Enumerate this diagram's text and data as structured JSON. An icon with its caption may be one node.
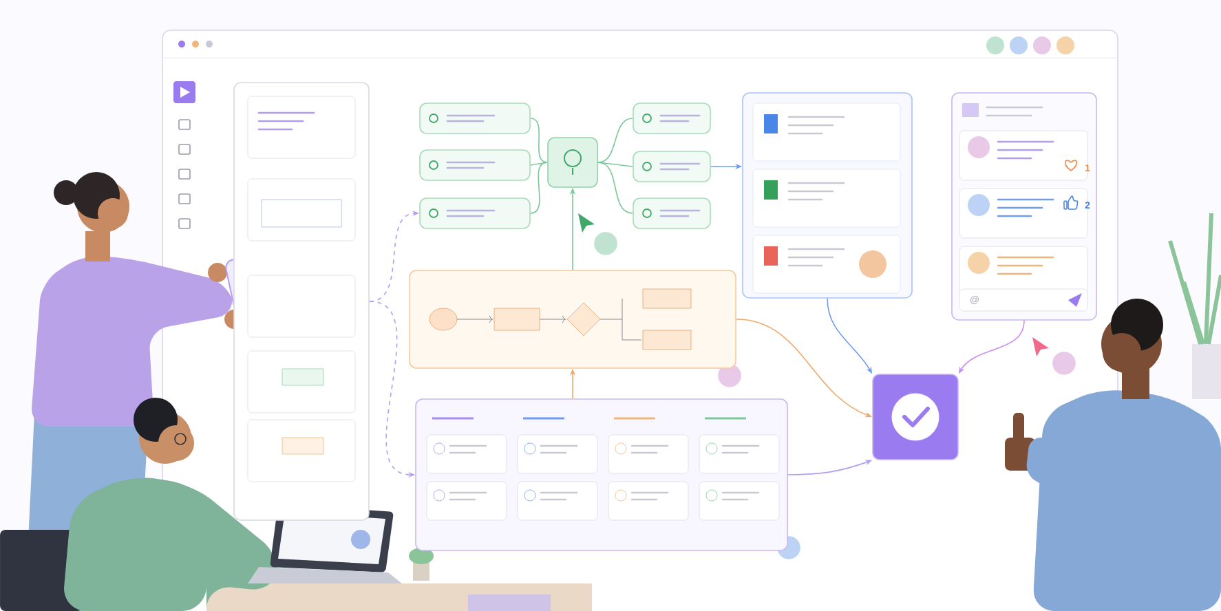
{
  "diagram": {
    "nodes": [
      {
        "text": [],
        "shape": "box"
      },
      {
        "text": [],
        "shape": "box"
      },
      {
        "text": [],
        "shape": "box"
      },
      {
        "text": [],
        "shape": "box"
      },
      {
        "text": [],
        "shape": "box"
      },
      {
        "text": [],
        "shape": "box"
      },
      {
        "text": [],
        "shape": "box"
      },
      {
        "text": [],
        "shape": "box"
      },
      {
        "text": [],
        "shape": "box"
      },
      {
        "text": [],
        "shape": "box"
      },
      {
        "text": [],
        "shape": "box"
      },
      {
        "text": [],
        "shape": "box"
      },
      {
        "text": [],
        "shape": "box"
      }
    ],
    "edges": [
      {
        "from": 0,
        "to": 4,
        "arrow": "to",
        "style": "dashed",
        "color": "#b49cf2"
      },
      {
        "from": 0,
        "to": 10,
        "arrow": "to",
        "style": "dashed",
        "color": "#b49cf2"
      },
      {
        "from": 1,
        "to": 2,
        "arrow": "none"
      },
      {
        "from": 1,
        "to": 3,
        "arrow": "none"
      },
      {
        "from": 1,
        "to": 4,
        "arrow": "none"
      },
      {
        "from": 1,
        "to": 5,
        "arrow": "none"
      },
      {
        "from": 1,
        "to": 6,
        "arrow": "none"
      },
      {
        "from": 1,
        "to": 7,
        "arrow": "none"
      },
      {
        "from": 6,
        "to": 8,
        "arrow": "to",
        "color": "#6f9cf0"
      },
      {
        "from": 9,
        "to": 1,
        "arrow": "to"
      },
      {
        "from": 10,
        "to": 9,
        "arrow": "to",
        "color": "#f0a868"
      },
      {
        "from": 9,
        "to": 12,
        "arrow": "to",
        "color": "#f0a868"
      },
      {
        "from": 8,
        "to": 12,
        "arrow": "to",
        "color": "#6f9cf0"
      },
      {
        "from": 11,
        "to": 12,
        "arrow": "to",
        "color": "#c98cf0"
      },
      {
        "from": 10,
        "to": 12,
        "arrow": "to",
        "color": "#b49cf2"
      }
    ],
    "labels": [
      "1",
      "2",
      "@"
    ]
  }
}
